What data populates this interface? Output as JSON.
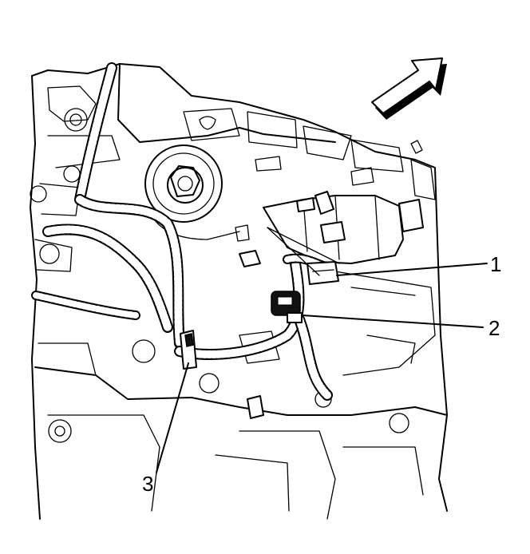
{
  "diagram": {
    "callouts": [
      {
        "id": "1",
        "label": "1"
      },
      {
        "id": "2",
        "label": "2"
      },
      {
        "id": "3",
        "label": "3"
      }
    ],
    "icons": {
      "direction": "direction-arrow-icon"
    }
  }
}
